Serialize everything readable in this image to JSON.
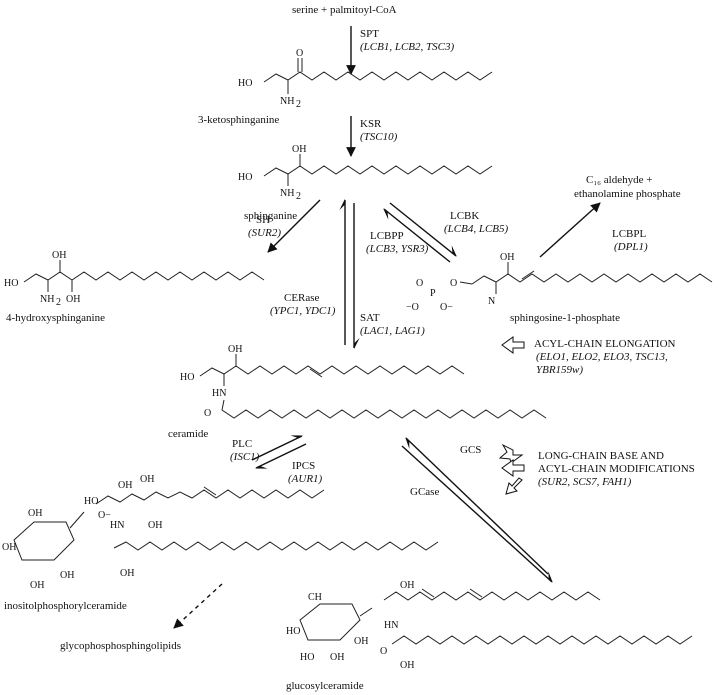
{
  "labels": {
    "start": "serine + palmitoyl-CoA",
    "ketosphinganine": "3-ketosphinganine",
    "sphinganine": "sphinganine",
    "hydroxysphinganine": "4-hydroxysphinganine",
    "s1p": "sphingosine-1-phosphate",
    "ceramide": "ceramide",
    "ipc": "inositolphosphorylceramide",
    "gpsl": "glycophosphosphingolipids",
    "glucosylceramide": "glucosylceramide",
    "aldehyde_line1": "C₁₆ aldehyde +",
    "aldehyde_line2": "ethanolamine phosphate"
  },
  "enzymes": {
    "spt": {
      "name": "SPT",
      "genes": "(LCB1, LCB2, TSC3)"
    },
    "ksr": {
      "name": "KSR",
      "genes": "(TSC10)"
    },
    "sh": {
      "name": "SH",
      "genes": "(SUR2)"
    },
    "lcbpp": {
      "name": "LCBPP",
      "genes": "(LCB3, YSR3)"
    },
    "lcbk": {
      "name": "LCBK",
      "genes": "(LCB4, LCB5)"
    },
    "lcbpl": {
      "name": "LCBPL",
      "genes": "(DPL1)"
    },
    "cerase": {
      "name": "CERase",
      "genes": "(YPC1, YDC1)"
    },
    "sat": {
      "name": "SAT",
      "genes": "(LAC1, LAG1)"
    },
    "plc": {
      "name": "PLC",
      "genes": "(ISC1)"
    },
    "ipcs": {
      "name": "IPCS",
      "genes": "(AUR1)"
    },
    "gcs": {
      "name": "GCS"
    },
    "gcase": {
      "name": "GCase"
    }
  },
  "side_notes": {
    "elongation_title": "ACYL-CHAIN ELONGATION",
    "elongation_genes_1": "(ELO1, ELO2, ELO3, TSC13,",
    "elongation_genes_2": "YBR159w)",
    "modifications_title_1": "LONG-CHAIN BASE AND",
    "modifications_title_2": "ACYL-CHAIN MODIFICATIONS",
    "modifications_genes": "(SUR2, SCS7, FAH1)"
  },
  "atoms": {
    "o": "O",
    "oh": "OH",
    "ho": "HO",
    "nh2": "NH",
    "sub2": "2",
    "hn": "HN",
    "n": "N",
    "p": "P",
    "o_minus": "−O",
    "o_minus_r": "O−",
    "ch2oh": "CH",
    "ho_p": "HO"
  },
  "icons": [
    "down-arrow",
    "reversible-arrow",
    "hollow-arrow",
    "dashed-arrow"
  ]
}
